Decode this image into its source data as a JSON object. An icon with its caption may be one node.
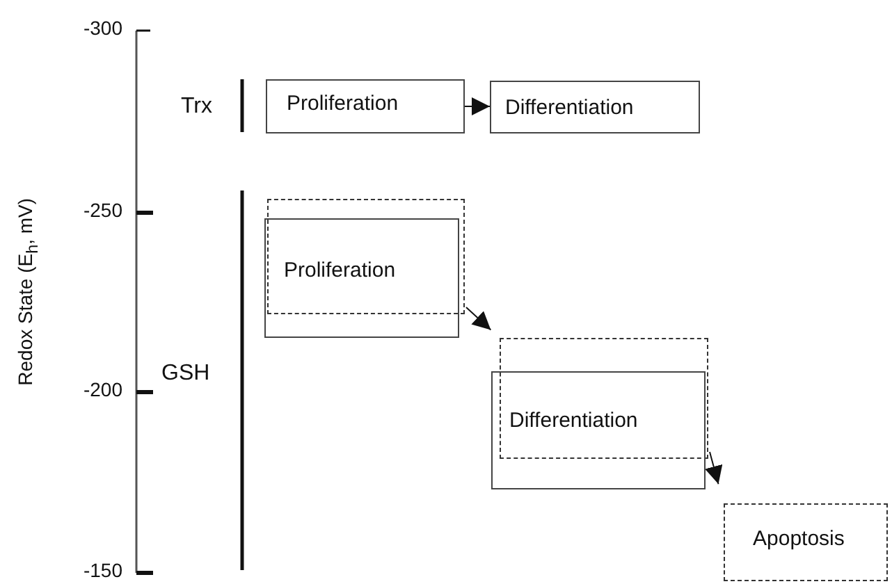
{
  "diagram": {
    "nodes": [
      {
        "text": [
          "Proliferation"
        ]
      },
      {
        "text": [
          "Differentiation"
        ]
      },
      {
        "text": [
          "Proliferation"
        ]
      },
      {
        "text": [],
        "shape": "box"
      },
      {
        "text": [
          "Differentiation"
        ]
      },
      {
        "text": [],
        "shape": "box"
      },
      {
        "text": [
          "Apoptosis"
        ]
      }
    ],
    "edges": [
      {
        "from": 0,
        "to": 1,
        "arrow": "to"
      },
      {
        "from": 2,
        "to": 4,
        "arrow": "to"
      },
      {
        "from": 4,
        "to": 6,
        "arrow": "to"
      }
    ],
    "labels": [
      "-300",
      "-250",
      "-200",
      "-150",
      "Redox State (E$_{h}$, mV)",
      "Trx",
      "GSH"
    ]
  }
}
